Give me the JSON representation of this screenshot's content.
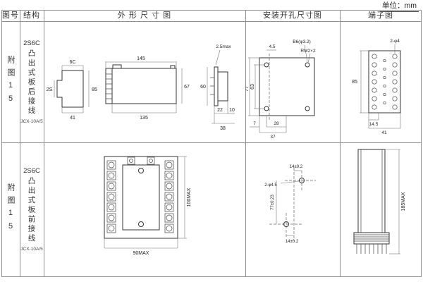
{
  "unit_label": "单位：mm",
  "headers": {
    "fig_no": "图号",
    "structure": "结构",
    "outline": "外 形 尺 寸 图",
    "mounting": "安装开孔尺寸图",
    "terminal": "端子图"
  },
  "rows": [
    {
      "fig_no": "附图15",
      "model": "2S6C",
      "desc": "凸出式板后接线",
      "code": "JCX-10A/5",
      "outline": {
        "profile_top": "6C",
        "profile_left": "2S",
        "profile_right": "85",
        "profile_bottom": "41",
        "front_top": "145",
        "front_bottom": "135",
        "front_right": "67",
        "side_top": "2.5max",
        "side_left": "60",
        "side_b1": "22",
        "side_b2": "10",
        "side_b3": "38"
      },
      "mounting": {
        "top_offset": "4.5",
        "hole_label": "B6(φ3.2)",
        "thread_label": "RM2×2",
        "left_outer": "77",
        "left_inner": "63",
        "bottom_left": "7",
        "bottom_inner": "28",
        "bottom_outer": "37"
      },
      "terminal": {
        "hole_label": "2-φ4",
        "left": "85",
        "bottom_inner": "14.5",
        "bottom_outer": "41"
      }
    },
    {
      "fig_no": "附图15",
      "model": "2S6C",
      "desc": "凸出式板前接线",
      "code": "JCX-10A/5",
      "outline": {
        "width": "90MAX",
        "height": "100MAX"
      },
      "mounting": {
        "top": "14±0.2",
        "hole_label": "2-φ4.5",
        "left": "77±0.23",
        "bottom": "14±0.2"
      },
      "terminal": {
        "height": "185MAX"
      }
    }
  ]
}
